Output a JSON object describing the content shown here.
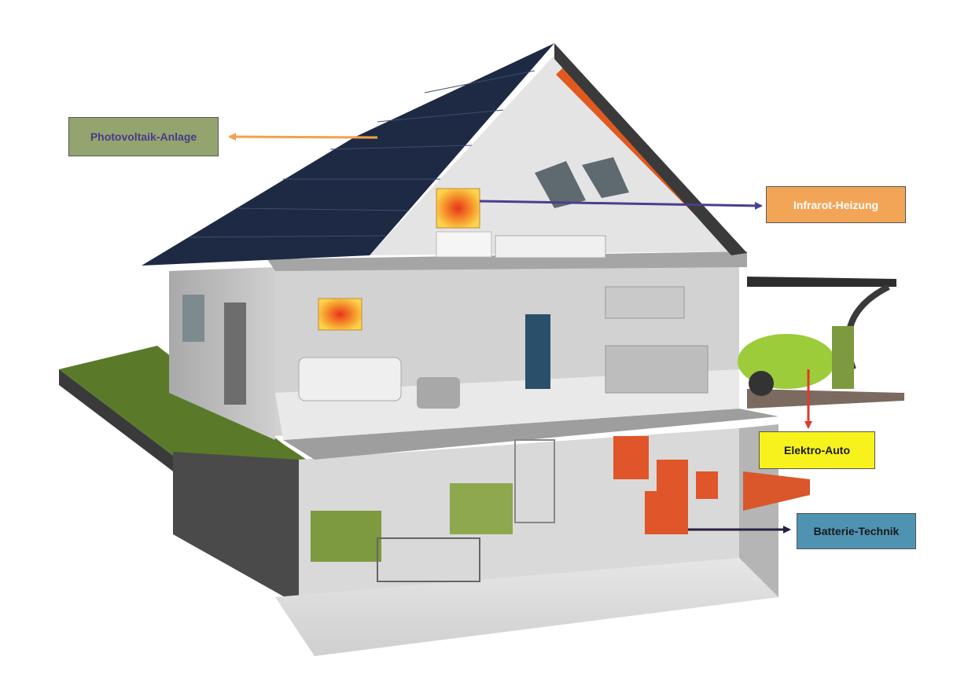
{
  "labels": {
    "photovoltaik": {
      "text": "Photovoltaik-Anlage",
      "bg": "#93a46f",
      "fg": "#4a3a8c"
    },
    "infrarot": {
      "text": "Infrarot-Heizung",
      "bg": "#f2a556",
      "fg": "#ffffff"
    },
    "elektroauto": {
      "text": "Elektro-Auto",
      "bg": "#f7f21c",
      "fg": "#1a1a1a"
    },
    "batterie": {
      "text": "Batterie-Technik",
      "bg": "#4f93b3",
      "fg": "#1a1a1a"
    }
  },
  "arrows": {
    "photovoltaik": "#f4a14a",
    "infrarot": "#4b3e8e",
    "elektroauto": "#e03a2a",
    "batterie": "#2a2040"
  },
  "colors": {
    "roof_panels": "#1e2a44",
    "walls": "#bfbfbf",
    "lawn": "#5a7a2a",
    "heater": "#e05a20",
    "car": "#9ccc3a",
    "equipment_orange": "#e0552a",
    "appliance_green": "#7e9a3e"
  }
}
